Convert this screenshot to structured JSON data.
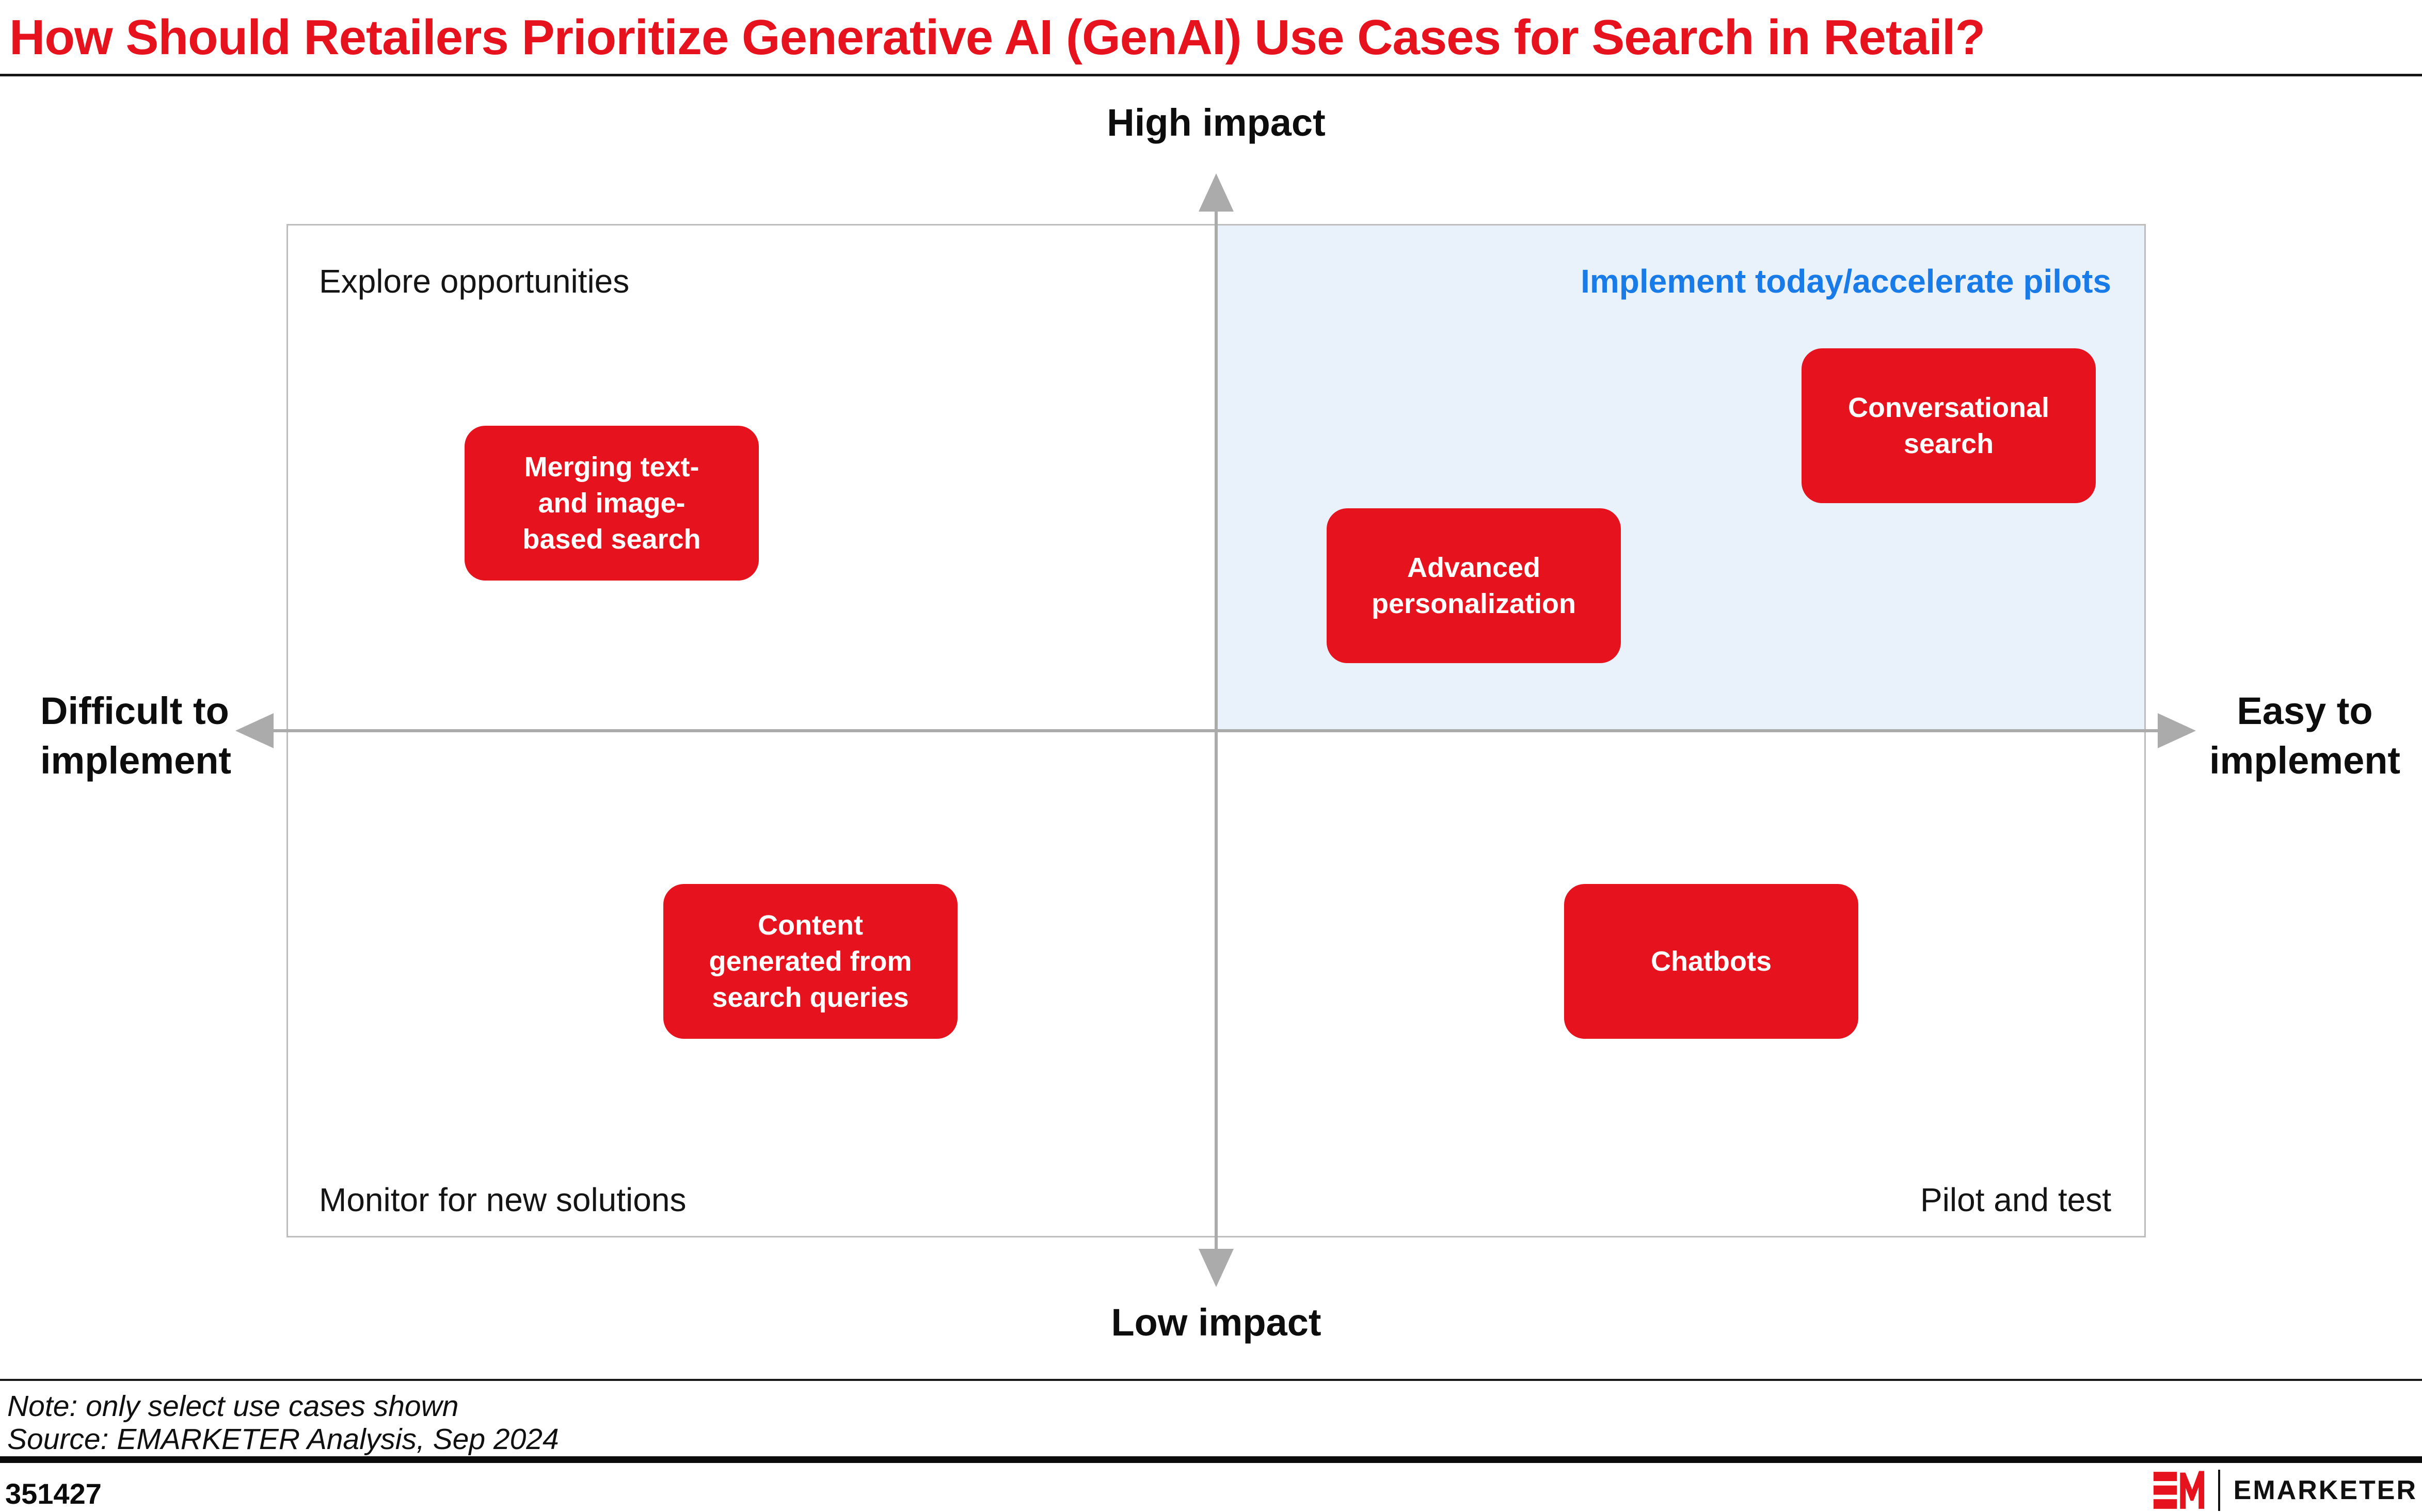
{
  "title": "How Should Retailers Prioritize Generative AI (GenAI) Use Cases for Search in Retail?",
  "axes": {
    "top": "High impact",
    "bottom": "Low impact",
    "left_lines": [
      "Difficult to",
      "implement"
    ],
    "right_lines": [
      "Easy to",
      "implement"
    ]
  },
  "quadrants": {
    "top_left": "Explore opportunities",
    "top_right": "Implement today/accelerate pilots",
    "bottom_left": "Monitor for new solutions",
    "bottom_right": "Pilot and test"
  },
  "use_cases": [
    {
      "id": "merging",
      "quadrant": "top_left",
      "lines": [
        "Merging text-",
        "and image-",
        "based search"
      ]
    },
    {
      "id": "conversational",
      "quadrant": "top_right",
      "lines": [
        "Conversational",
        "search"
      ]
    },
    {
      "id": "advanced",
      "quadrant": "top_right",
      "lines": [
        "Advanced",
        "personalization"
      ]
    },
    {
      "id": "content",
      "quadrant": "bottom_left",
      "lines": [
        "Content",
        "generated from",
        "search queries"
      ]
    },
    {
      "id": "chatbots",
      "quadrant": "bottom_right",
      "lines": [
        "Chatbots"
      ]
    }
  ],
  "matrix_data": {
    "type": "quadrant-matrix",
    "x_axis": {
      "left": "Difficult to implement",
      "right": "Easy to implement"
    },
    "y_axis": {
      "top": "High impact",
      "bottom": "Low impact"
    },
    "highlighted_quadrant": "top_right",
    "placements": [
      {
        "label": "Merging text- and image-based search",
        "x": 0.18,
        "y": 0.72
      },
      {
        "label": "Conversational search",
        "x": 0.89,
        "y": 0.8
      },
      {
        "label": "Advanced personalization",
        "x": 0.64,
        "y": 0.64
      },
      {
        "label": "Content generated from search queries",
        "x": 0.28,
        "y": 0.27
      },
      {
        "label": "Chatbots",
        "x": 0.77,
        "y": 0.27
      }
    ]
  },
  "footer": {
    "note": "Note: only select use cases shown",
    "source": "Source: EMARKETER Analysis, Sep 2024",
    "chart_id": "351427",
    "brand": "EMARKETER"
  },
  "colors": {
    "brand_red": "#e6131e",
    "blue_text": "#187be8",
    "blue_fill": "#e9f1fb",
    "line_gray": "#ababab",
    "border_gray": "#bdbdbd"
  }
}
